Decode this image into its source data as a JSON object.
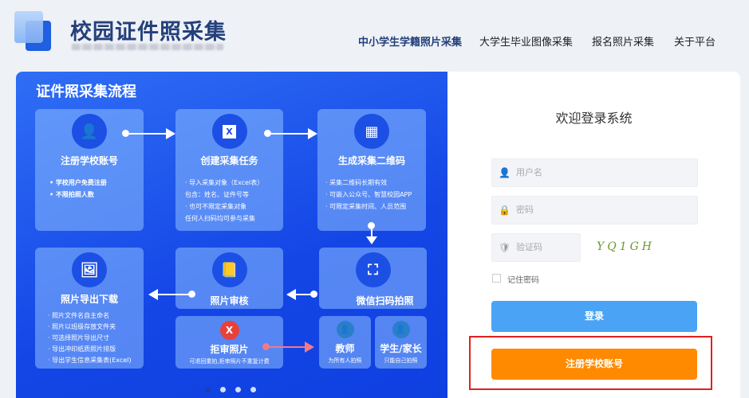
{
  "header": {
    "title": "校园证件照采集",
    "nav": [
      "中小学生学籍照片采集",
      "大学生毕业图像采集",
      "报名照片采集",
      "关于平台"
    ]
  },
  "flow": {
    "title": "证件照采集流程",
    "steps": [
      {
        "icon": "user-add-icon",
        "title": "注册学校账号",
        "items": [
          "• 学校用户免费注册",
          "• 不限拍照人数"
        ]
      },
      {
        "icon": "excel-file-icon",
        "title": "创建采集任务",
        "items": [
          "· 导入采集对象（Excel表）",
          "  包含：姓名、证件号等",
          "· 也可不限定采集对象",
          "  任何人扫码均可参与采集"
        ]
      },
      {
        "icon": "qr-code-icon",
        "title": "生成采集二维码",
        "items": [
          "· 采集二维码长期有效",
          "· 可嵌入公众号、智慧校园APP",
          "· 可限定采集时间、人员范围"
        ]
      },
      {
        "icon": "scan-icon",
        "title": "微信扫码拍照"
      },
      {
        "icon": "contact-book-icon",
        "title": "照片审核"
      },
      {
        "icon": "image-download-icon",
        "title": "照片导出下载",
        "items": [
          "· 照片文件名自主命名",
          "· 照片以班级存放文件夹",
          "· 可选择照片导出尺寸",
          "· 导出冲印纸质照片排版",
          "· 导出学生信息采集表(Excel)"
        ]
      }
    ],
    "reject": {
      "title": "拒审照片",
      "desc": "可退回重拍,拒审照片不重复计费",
      "icon_text": "X"
    },
    "teacher": {
      "title": "教师",
      "desc": "为所有人拍照"
    },
    "student": {
      "title": "学生/家长",
      "desc": "只能自己拍照"
    },
    "excel_icon_text": "X"
  },
  "login": {
    "welcome": "欢迎登录系统",
    "username_placeholder": "用户名",
    "password_placeholder": "密码",
    "captcha_placeholder": "验证码",
    "captcha_text": "YQ1GH",
    "remember": "记住密码",
    "login_button": "登录",
    "register_button": "注册学校账号",
    "login_color": "#4aa3f5",
    "register_color": "#ff8a00",
    "highlight_color": "#e02020"
  },
  "carousel": {
    "active_index": 0,
    "count": 4
  }
}
